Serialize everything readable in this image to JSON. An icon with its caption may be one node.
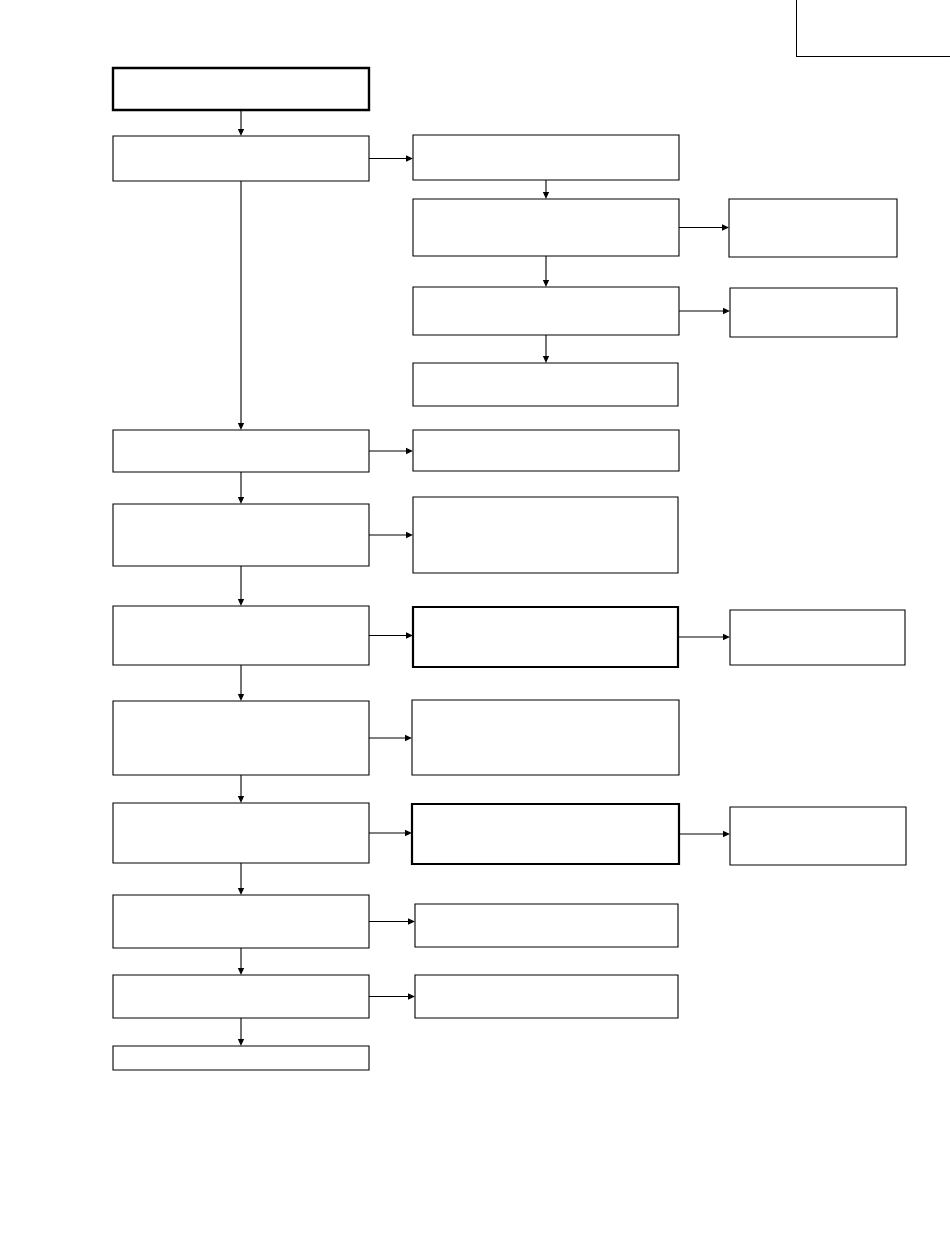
{
  "diagram": {
    "nodes": [
      {
        "text": [],
        "shape": "box"
      },
      {
        "text": [],
        "shape": "box"
      },
      {
        "text": [],
        "shape": "box"
      },
      {
        "text": [],
        "shape": "box"
      },
      {
        "text": [],
        "shape": "box"
      },
      {
        "text": [],
        "shape": "box"
      },
      {
        "text": [],
        "shape": "box"
      },
      {
        "text": [],
        "shape": "box"
      },
      {
        "text": [],
        "shape": "box"
      },
      {
        "text": [],
        "shape": "box"
      },
      {
        "text": [],
        "shape": "box"
      },
      {
        "text": [],
        "shape": "box"
      },
      {
        "text": [],
        "shape": "box"
      },
      {
        "text": [],
        "shape": "box"
      },
      {
        "text": [],
        "shape": "box"
      },
      {
        "text": [],
        "shape": "box"
      },
      {
        "text": [],
        "shape": "box"
      },
      {
        "text": [],
        "shape": "box"
      },
      {
        "text": [],
        "shape": "box"
      },
      {
        "text": [],
        "shape": "box"
      },
      {
        "text": [],
        "shape": "box"
      },
      {
        "text": [],
        "shape": "box"
      },
      {
        "text": [],
        "shape": "box"
      },
      {
        "text": [],
        "shape": "box"
      },
      {
        "text": [],
        "shape": "box"
      }
    ],
    "edges": [
      {
        "from": 0,
        "to": 1,
        "arrow": "to"
      },
      {
        "from": 1,
        "to": 2,
        "arrow": "to"
      },
      {
        "from": 2,
        "to": 3,
        "arrow": "to"
      },
      {
        "from": 3,
        "to": 4,
        "arrow": "to"
      },
      {
        "from": 3,
        "to": 5,
        "arrow": "to"
      },
      {
        "from": 5,
        "to": 6,
        "arrow": "to"
      },
      {
        "from": 5,
        "to": 7,
        "arrow": "to"
      },
      {
        "from": 1,
        "to": 8,
        "arrow": "to"
      },
      {
        "from": 8,
        "to": 9,
        "arrow": "to"
      },
      {
        "from": 8,
        "to": 10,
        "arrow": "to"
      },
      {
        "from": 10,
        "to": 11,
        "arrow": "to"
      },
      {
        "from": 10,
        "to": 12,
        "arrow": "to"
      },
      {
        "from": 12,
        "to": 13,
        "arrow": "to"
      },
      {
        "from": 13,
        "to": 14,
        "arrow": "to"
      },
      {
        "from": 12,
        "to": 15,
        "arrow": "to"
      },
      {
        "from": 15,
        "to": 16,
        "arrow": "to"
      },
      {
        "from": 15,
        "to": 17,
        "arrow": "to"
      },
      {
        "from": 17,
        "to": 18,
        "arrow": "to"
      },
      {
        "from": 18,
        "to": 19,
        "arrow": "to"
      },
      {
        "from": 17,
        "to": 20,
        "arrow": "to"
      },
      {
        "from": 20,
        "to": 21,
        "arrow": "to"
      },
      {
        "from": 20,
        "to": 22,
        "arrow": "to"
      },
      {
        "from": 22,
        "to": 23,
        "arrow": "to"
      },
      {
        "from": 22,
        "to": 24,
        "arrow": "to"
      }
    ]
  }
}
